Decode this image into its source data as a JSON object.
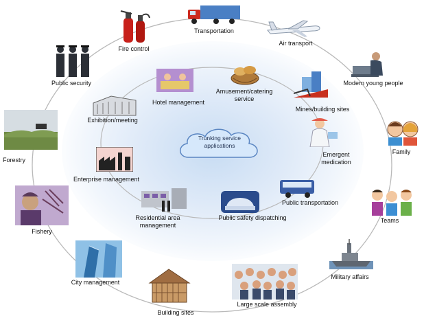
{
  "center": {
    "line1": "Trunking service",
    "line2": "applications"
  },
  "outer_ring": {
    "transportation": "Transportation",
    "air_transport": "Air transport",
    "modern_young_people": "Modern young people",
    "family": "Family",
    "teams": "Teams",
    "military_affairs": "Military affairs",
    "large_scale_assembly": "Large scale assembly",
    "building_sites": "Building sites",
    "city_management": "City management",
    "fishery": "Fishery",
    "forestry": "Forestry",
    "public_security": "Public security",
    "fire_control": "Fire control"
  },
  "inner_ring": {
    "hotel_management": "Hotel management",
    "amusement_line1": "Amusement/catering",
    "amusement_line2": "service",
    "mines_building_sites": "Mines/building sites",
    "emergent_line1": "Emergent",
    "emergent_line2": "medication",
    "public_transportation": "Public transportation",
    "public_safety_dispatching": "Public safety dispatching",
    "residential_line1": "Residential area",
    "residential_line2": "management",
    "enterprise_management": "Enterprise management",
    "exhibition_meeting": "Exhibition/meeting"
  },
  "colors": {
    "ring": "#b9b9b9",
    "glow": "#c7dcf3",
    "cloud_fill": "#d6e8fb",
    "cloud_stroke": "#5b86c2"
  }
}
